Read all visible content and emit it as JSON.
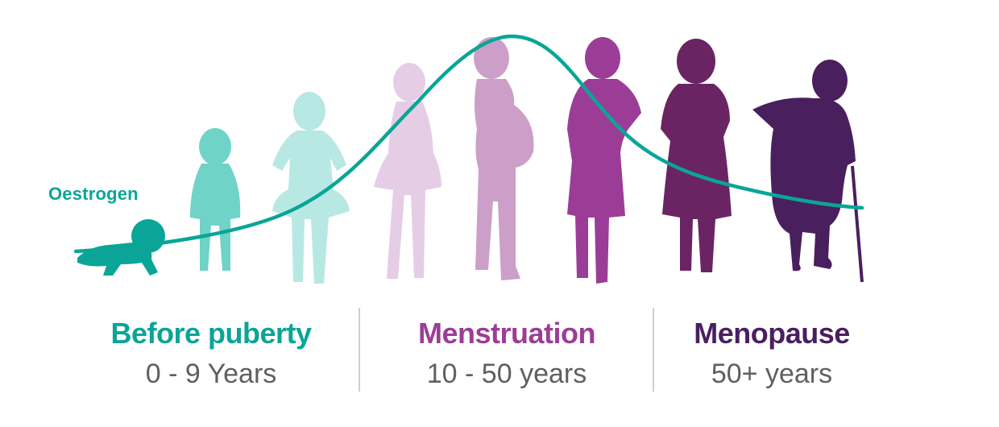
{
  "curve": {
    "label": "Oestrogen",
    "color": "#0aa597"
  },
  "stages": [
    {
      "title": "Before puberty",
      "range": "0 - 9 Years",
      "color": "#0aa597"
    },
    {
      "title": "Menstruation",
      "range": "10 - 50 years",
      "color": "#9b3d97"
    },
    {
      "title": "Menopause",
      "range": "50+ years",
      "color": "#4a1f5e"
    }
  ],
  "figures": [
    {
      "name": "crawling-baby",
      "color": "#0aa597"
    },
    {
      "name": "toddler",
      "color": "#6fd3c8"
    },
    {
      "name": "girl",
      "color": "#b8e8e3"
    },
    {
      "name": "teenager",
      "color": "#e6cde6"
    },
    {
      "name": "pregnant-woman",
      "color": "#cc9fc9"
    },
    {
      "name": "adult-woman",
      "color": "#9b3d97"
    },
    {
      "name": "middle-aged-woman",
      "color": "#6a2464"
    },
    {
      "name": "elderly-woman-with-cane",
      "color": "#4a1f5e"
    }
  ]
}
